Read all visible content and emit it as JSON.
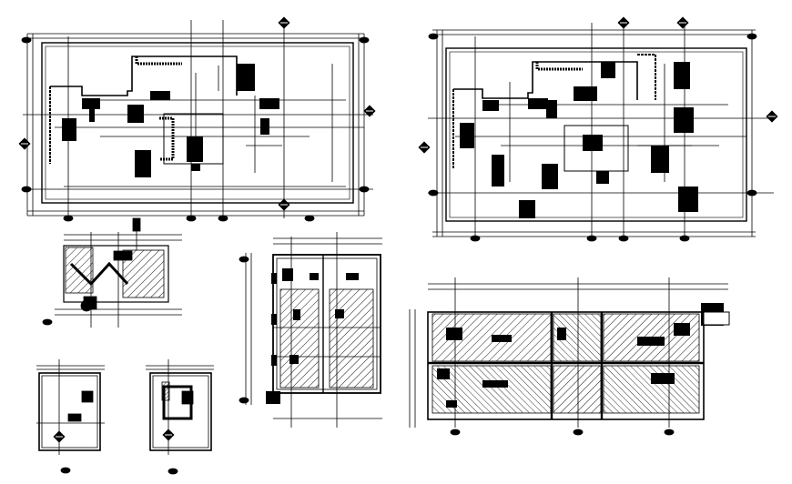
{
  "sheet": {
    "background": "#ffffff",
    "ink": "#000000",
    "hatch": "#000000"
  },
  "drawings": [
    {
      "id": "floor-plan-1",
      "kind": "site-plan"
    },
    {
      "id": "floor-plan-2",
      "kind": "site-plan"
    },
    {
      "id": "stair-detail",
      "kind": "stair-section"
    },
    {
      "id": "toilet-detail-1",
      "kind": "room-detail"
    },
    {
      "id": "toilet-detail-2",
      "kind": "room-detail"
    },
    {
      "id": "tile-layout-plan",
      "kind": "tile-plan"
    },
    {
      "id": "wall-elevation",
      "kind": "elevation"
    }
  ],
  "icons": {
    "grid_marker": "diamond-grid-marker-icon"
  }
}
